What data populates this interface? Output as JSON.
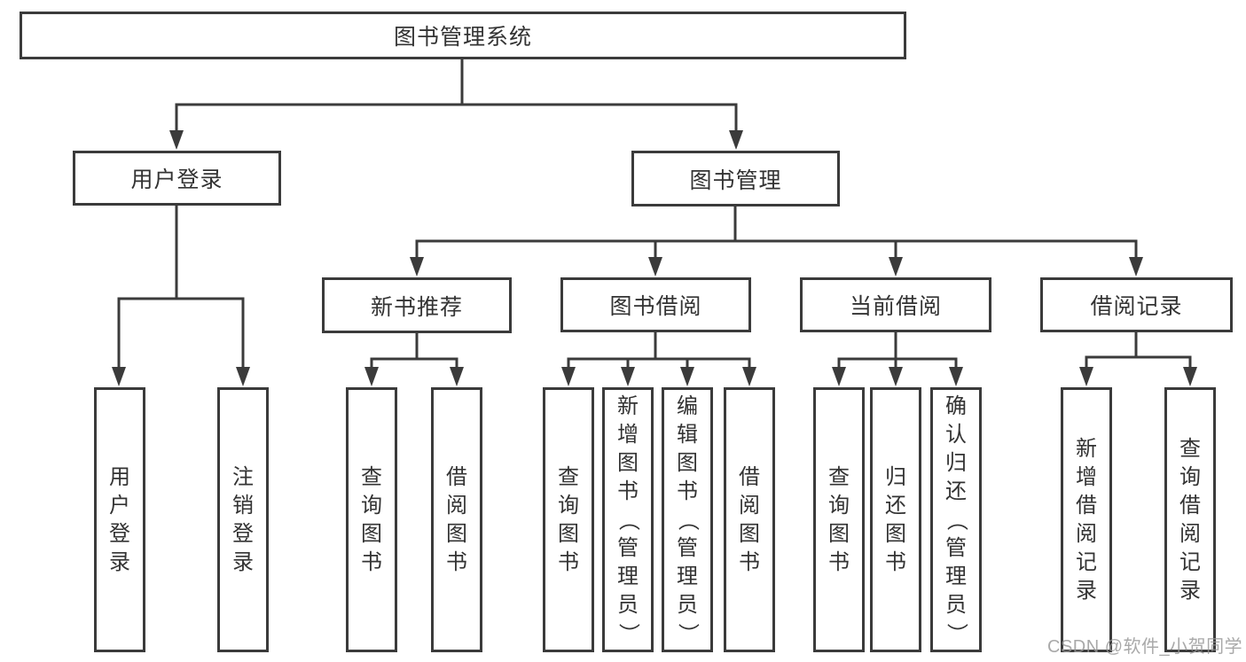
{
  "page": {
    "background": "#ffffff",
    "line_color": "#3b3b3b",
    "text_color": "#333333",
    "watermark_color": "#969696"
  },
  "watermark": {
    "text": "CSDN @软件_小贺同学"
  },
  "diagram": {
    "root": {
      "label": "图书管理系统"
    },
    "branches": [
      {
        "label": "用户登录",
        "children": [
          {
            "label": "用户登录"
          },
          {
            "label": "注销登录"
          }
        ]
      },
      {
        "label": "图书管理",
        "children": [
          {
            "label": "新书推荐",
            "children": [
              {
                "label": "查询图书"
              },
              {
                "label": "借阅图书"
              }
            ]
          },
          {
            "label": "图书借阅",
            "children": [
              {
                "label": "查询图书"
              },
              {
                "label": "新增图书（管理员）"
              },
              {
                "label": "编辑图书（管理员）"
              },
              {
                "label": "借阅图书"
              }
            ]
          },
          {
            "label": "当前借阅",
            "children": [
              {
                "label": "查询图书"
              },
              {
                "label": "归还图书"
              },
              {
                "label": "确认归还（管理员）"
              }
            ]
          },
          {
            "label": "借阅记录",
            "children": [
              {
                "label": "新增借阅记录"
              },
              {
                "label": "查询借阅记录"
              }
            ]
          }
        ]
      }
    ]
  }
}
